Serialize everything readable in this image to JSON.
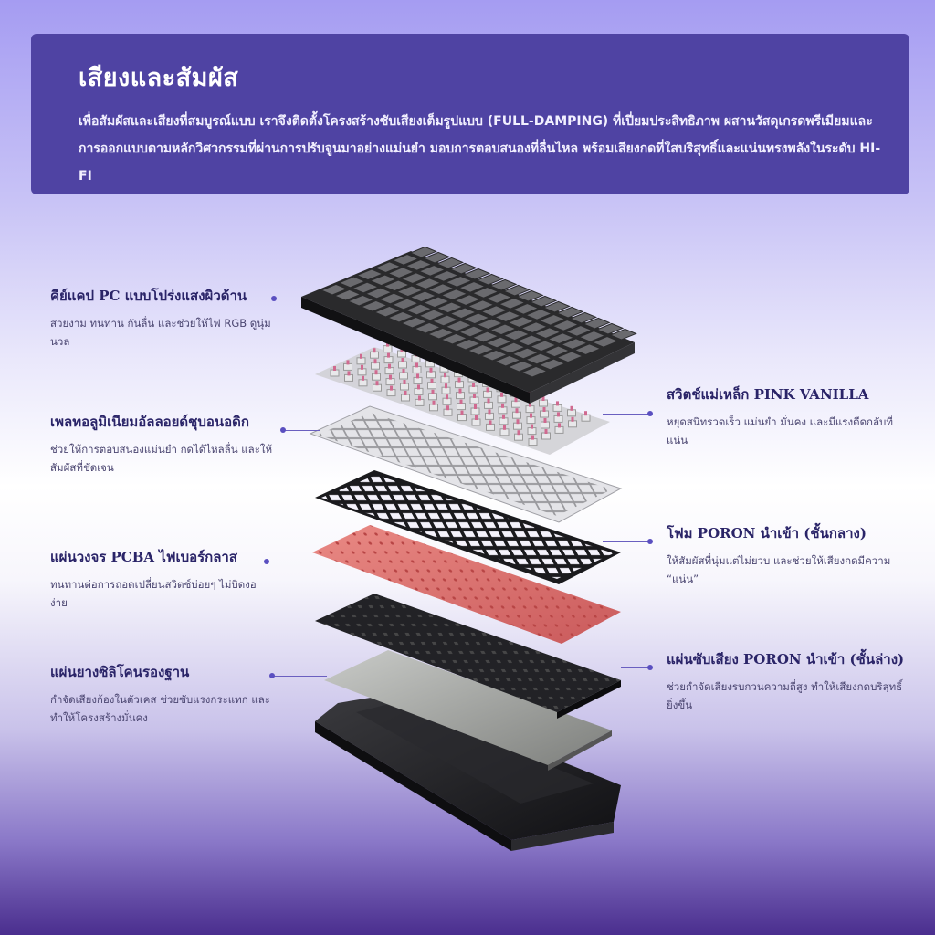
{
  "header": {
    "title": "เสียงและสัมผัส",
    "body": "เพื่อสัมผัสและเสียงที่สมบูรณ์แบบ เราจึงติดตั้งโครงสร้างซับเสียงเต็มรูปแบบ (FULL-DAMPING) ที่เปี่ยมประสิทธิภาพ ผสานวัสดุเกรดพรีเมียมและการออกแบบตามหลักวิศวกรรมที่ผ่านการปรับจูนมาอย่างแม่นยำ มอบการตอบสนองที่ลื่นไหล พร้อมเสียงกดที่ใสบริสุทธิ์และแน่นทรงพลังในระดับ HI-FI"
  },
  "labels": {
    "keycaps": {
      "title": "คีย์แคป PC แบบโปร่งแสงผิวด้าน",
      "desc": "สวยงาม ทนทาน กันลื่น และช่วยให้ไฟ RGB ดูนุ่มนวล"
    },
    "plate": {
      "title": "เพลทอลูมิเนียมอัลลอยด์ชุบอนอดิก",
      "desc": "ช่วยให้การตอบสนองแม่นยำ กดได้ไหลลื่น และให้สัมผัสที่ชัดเจน"
    },
    "pcba": {
      "title": "แผ่นวงจร PCBA ไฟเบอร์กลาส",
      "desc": "ทนทานต่อการถอดเปลี่ยนสวิตช์บ่อยๆ ไม่บิดงอง่าย"
    },
    "silicone": {
      "title": "แผ่นยางซิลิโคนรองฐาน",
      "desc": "กำจัดเสียงก้องในตัวเคส ช่วยซับแรงกระแทก และทำให้โครงสร้างมั่นคง"
    },
    "switch": {
      "title": "สวิตช์แม่เหล็ก PINK VANILLA",
      "desc": "หยุดสนิทรวดเร็ว แม่นยำ มั่นคง และมีแรงดีดกลับที่แน่น"
    },
    "poron_mid": {
      "title": "โฟม PORON นำเข้า (ชั้นกลาง)",
      "desc": "ให้สัมผัสที่นุ่มแต่ไม่ยวบ และช่วยให้เสียงกดมีความ “แน่น”"
    },
    "poron_bottom": {
      "title": "แผ่นซับเสียง PORON นำเข้า (ชั้นล่าง)",
      "desc": "ช่วยกำจัดเสียงรบกวนความถี่สูง ทำให้เสียงกดบริสุทธิ์ยิ่งขึ้น"
    }
  },
  "colors": {
    "header_bg": "#4f43a3",
    "accent": "#5a4fc0",
    "keycap": "#3a3a3c",
    "switch_stem": "#d06a90",
    "plate": "#d8d8dc",
    "foam": "#222226",
    "pcb": "#e06a6a",
    "case": "#1c1c1e"
  }
}
